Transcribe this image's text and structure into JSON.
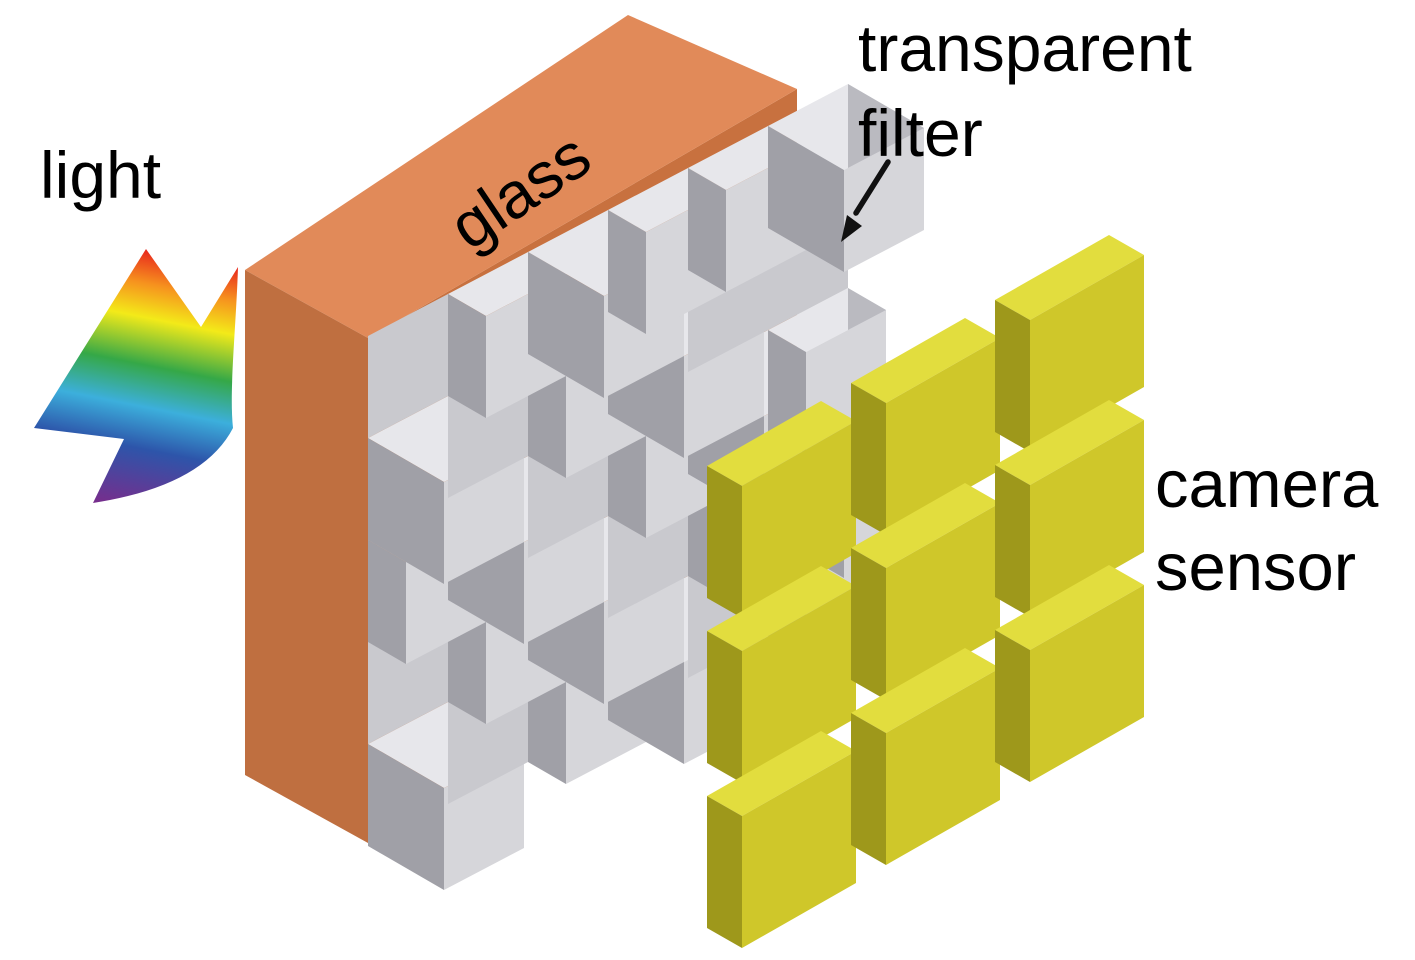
{
  "diagram": {
    "labels": {
      "light": "light",
      "glass": "glass",
      "filter_line1": "transparent",
      "filter_line2": "filter",
      "sensor_line1": "camera",
      "sensor_line2": "sensor"
    },
    "colors": {
      "background": "#FFFFFF",
      "text": "#000000",
      "glass_top": "#E18A59",
      "glass_side": "#BF6F40",
      "glass_front": "#C8713F",
      "filter_front": "#D6D6DA",
      "filter_recess": "#C9C9CE",
      "filter_top": "#E7E7EB",
      "filter_side_dark": "#A0A0A7",
      "filter_end": "#BABAC0",
      "sensor_front": "#CFC72A",
      "sensor_top": "#E2DD3E",
      "sensor_side": "#9E981B",
      "annotation": "#111111",
      "rainbow_stops": [
        "#E8251D",
        "#F6921E",
        "#F3EA19",
        "#35A847",
        "#3CAFDC",
        "#2D55AA",
        "#782D8C"
      ]
    },
    "filter_depth_map": [
      [
        2,
        0,
        1,
        2,
        0,
        1
      ],
      [
        0,
        1,
        2,
        0,
        1,
        2
      ],
      [
        1,
        2,
        0,
        1,
        2,
        1
      ],
      [
        2,
        0,
        1,
        2,
        0,
        0
      ],
      [
        0,
        1,
        2,
        1,
        1,
        2
      ]
    ],
    "sensor_grid": {
      "rows": 3,
      "cols": 3
    }
  }
}
